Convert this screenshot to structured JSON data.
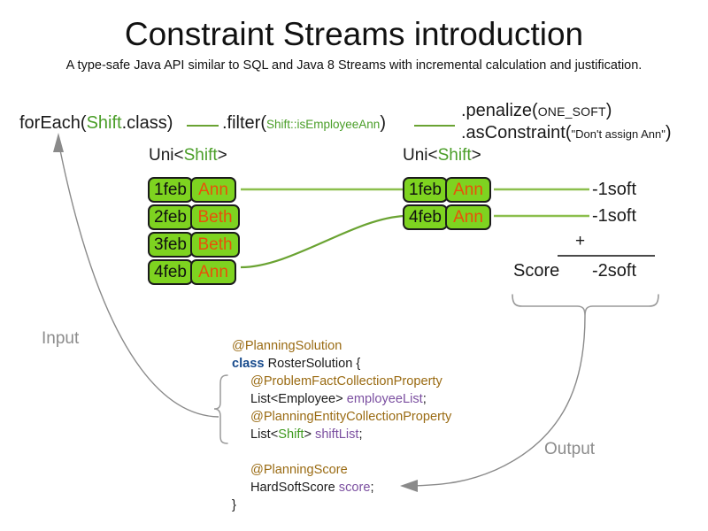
{
  "header": {
    "title": "Constraint Streams introduction",
    "subtitle": "A type-safe Java API similar to SQL and Java 8 Streams with incremental calculation and justification."
  },
  "pipeline": {
    "foreach": {
      "prefix": "forEach(",
      "type": "Shift",
      "suffix": ".class)"
    },
    "filter": {
      "prefix": ".filter(",
      "arg": "Shift::isEmployeeAnn",
      "suffix": ")"
    },
    "penalize": {
      "prefix": ".penalize(",
      "arg": "ONE_SOFT",
      "suffix": ")"
    },
    "as_constraint": {
      "prefix": ".asConstraint(",
      "arg": "\"Don't assign Ann\"",
      "suffix": ")"
    }
  },
  "streams": {
    "left_label": {
      "prefix": "Uni<",
      "type": "Shift",
      "suffix": ">"
    },
    "right_label": {
      "prefix": "Uni<",
      "type": "Shift",
      "suffix": ">"
    },
    "left_rows": [
      {
        "date": "1feb",
        "employee": "Ann"
      },
      {
        "date": "2feb",
        "employee": "Beth"
      },
      {
        "date": "3feb",
        "employee": "Beth"
      },
      {
        "date": "4feb",
        "employee": "Ann"
      }
    ],
    "right_rows": [
      {
        "date": "1feb",
        "employee": "Ann"
      },
      {
        "date": "4feb",
        "employee": "Ann"
      }
    ]
  },
  "score": {
    "penalties": [
      "-1soft",
      "-1soft"
    ],
    "operator": "+",
    "label": "Score",
    "total": "-2soft"
  },
  "code": {
    "lines": [
      {
        "indent": false,
        "parts": [
          {
            "text": "@PlanningSolution",
            "style": "anno"
          }
        ]
      },
      {
        "indent": false,
        "parts": [
          {
            "text": "class",
            "style": "kw"
          },
          {
            "text": " RosterSolution {",
            "style": "plain"
          }
        ]
      },
      {
        "indent": true,
        "parts": [
          {
            "text": "@ProblemFactCollectionProperty",
            "style": "anno"
          }
        ]
      },
      {
        "indent": true,
        "parts": [
          {
            "text": "List<Employee> ",
            "style": "plain"
          },
          {
            "text": "employeeList",
            "style": "fld"
          },
          {
            "text": ";",
            "style": "plain"
          }
        ]
      },
      {
        "indent": true,
        "parts": [
          {
            "text": "@PlanningEntityCollectionProperty",
            "style": "anno"
          }
        ]
      },
      {
        "indent": true,
        "parts": [
          {
            "text": "List<",
            "style": "plain"
          },
          {
            "text": "Shift",
            "style": "gsh"
          },
          {
            "text": "> ",
            "style": "plain"
          },
          {
            "text": "shiftList",
            "style": "fld"
          },
          {
            "text": ";",
            "style": "plain"
          }
        ]
      },
      {
        "indent": true,
        "parts": [
          {
            "text": " ",
            "style": "plain"
          }
        ]
      },
      {
        "indent": true,
        "parts": [
          {
            "text": "@PlanningScore",
            "style": "anno"
          }
        ]
      },
      {
        "indent": true,
        "parts": [
          {
            "text": "HardSoftScore ",
            "style": "plain"
          },
          {
            "text": "score",
            "style": "fld"
          },
          {
            "text": ";",
            "style": "plain"
          }
        ]
      },
      {
        "indent": false,
        "parts": [
          {
            "text": "}",
            "style": "plain"
          }
        ]
      }
    ]
  },
  "annotations": {
    "input_label": "Input",
    "output_label": "Output"
  },
  "colors": {
    "shift_box_fill": "#7ed320",
    "shift_box_border": "#1b1b1b",
    "employee_text": "#e8510a",
    "stream_green": "#6aa332",
    "type_green": "#4a9e28",
    "annotation_gold": "#9a6b13",
    "keyword_blue": "#174a8c",
    "field_purple": "#7b4fa0",
    "io_gray": "#8c8c8c"
  }
}
